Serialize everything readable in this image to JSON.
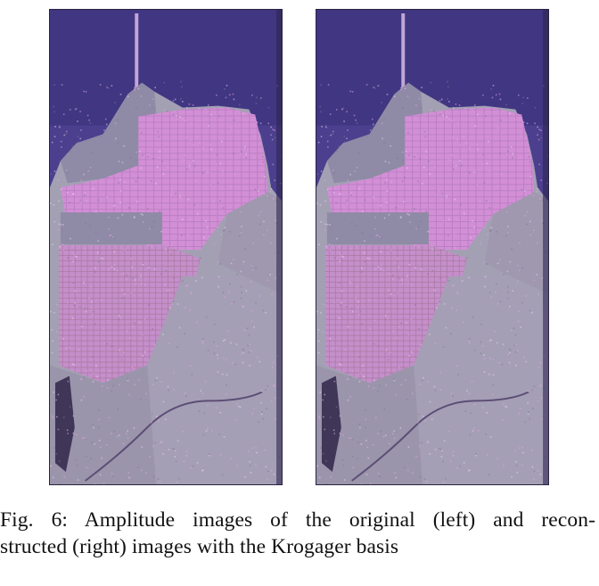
{
  "figure": {
    "images": [
      {
        "id": "original",
        "alt": ""
      },
      {
        "id": "reconstructed",
        "alt": ""
      }
    ],
    "colors": {
      "water": "#4b3f8e",
      "water_dark": "#3a2f78",
      "urban": "#d38fd6",
      "urban_light": "#e3a6e3",
      "park": "#8f8aa6",
      "hills": "#a3a0b3",
      "frame": "#2a2340"
    }
  },
  "caption": {
    "line1": "Fig. 6: Amplitude images of the original (left) and recon-",
    "line2": "structed (right) images with the Krogager basis"
  }
}
